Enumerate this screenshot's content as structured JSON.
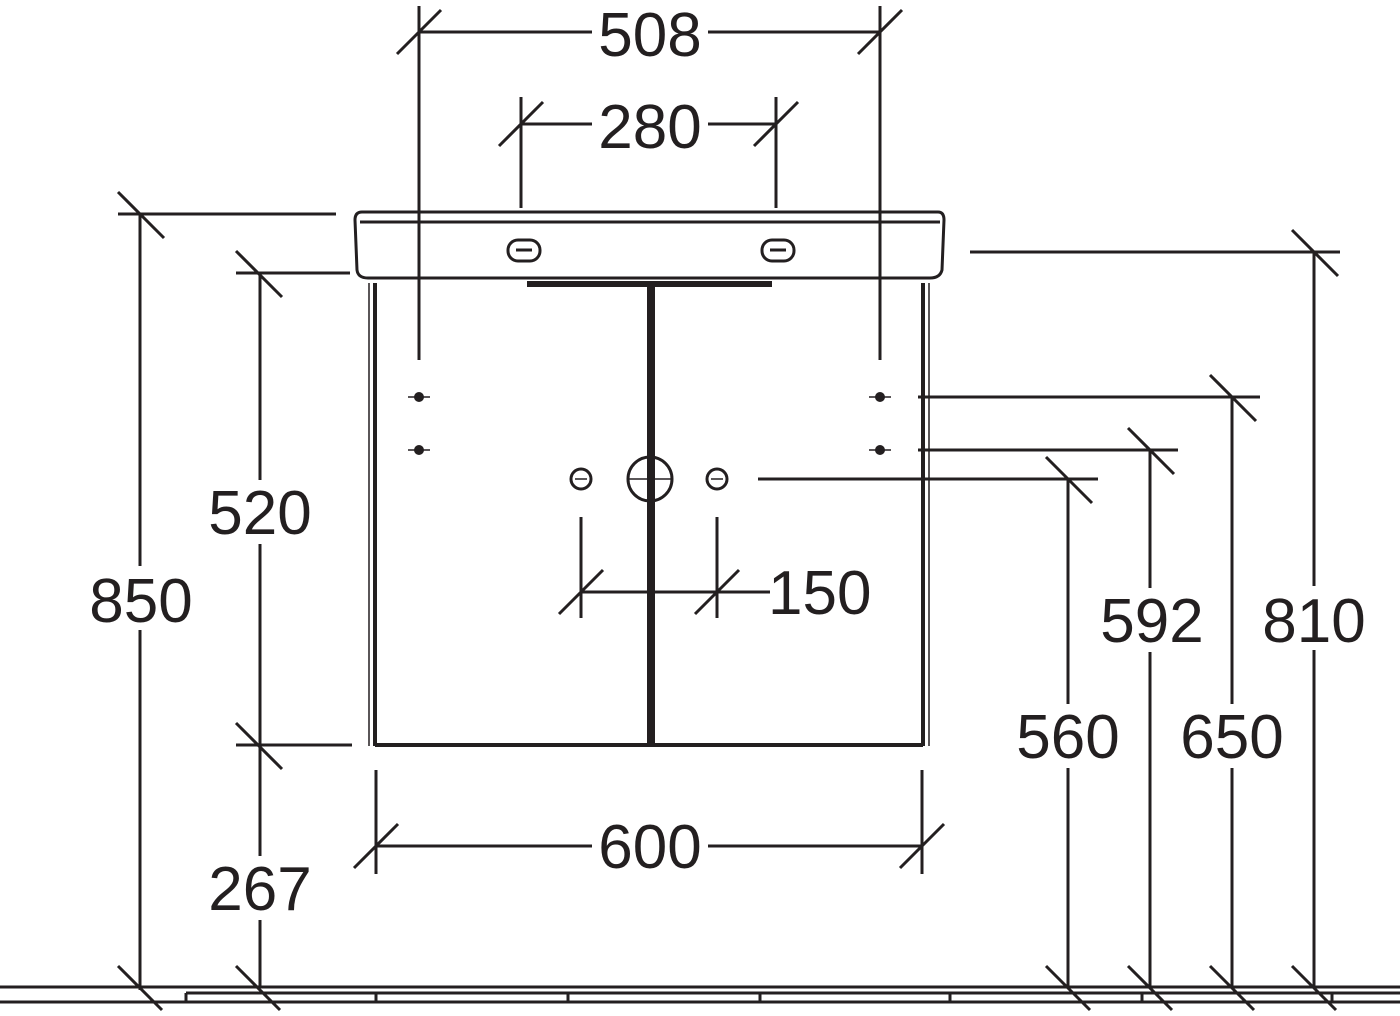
{
  "dimensions": {
    "d508": "508",
    "d280": "280",
    "d520": "520",
    "d850": "850",
    "d150": "150",
    "d592": "592",
    "d810": "810",
    "d560": "560",
    "d650": "650",
    "d600": "600",
    "d267": "267"
  }
}
